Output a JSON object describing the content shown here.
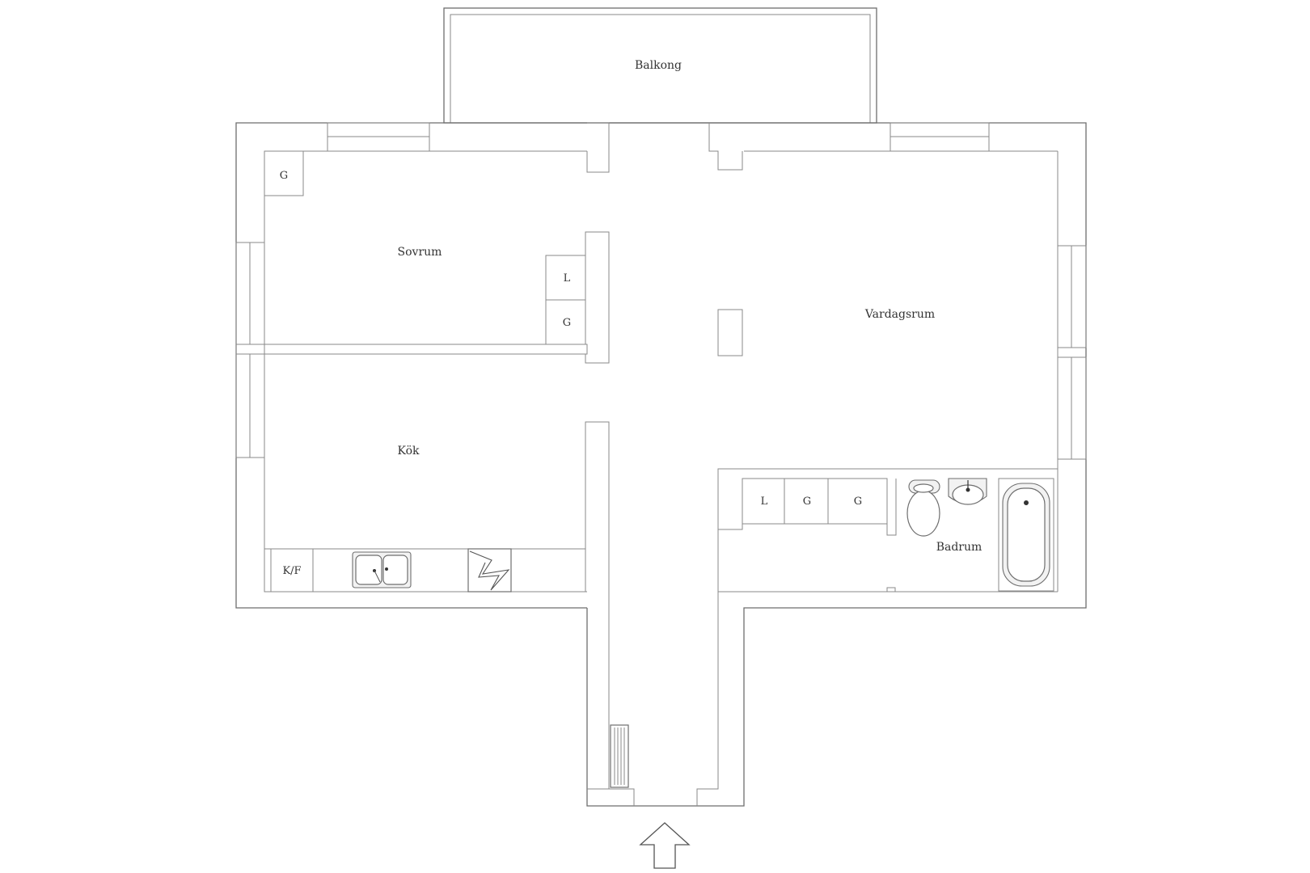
{
  "rooms": {
    "balcony": "Balkong",
    "bedroom": "Sovrum",
    "living_room": "Vardagsrum",
    "kitchen": "Kök",
    "bathroom": "Badrum"
  },
  "fixtures": {
    "bedroom_wardrobe_corner": "G",
    "bedroom_wardrobe_l": "L",
    "bedroom_wardrobe_g": "G",
    "hall_wardrobe_l": "L",
    "hall_wardrobe_g1": "G",
    "hall_wardrobe_g2": "G",
    "fridge_freezer": "K/F"
  },
  "icons": {
    "entrance": "entrance-arrow-icon",
    "sink": "double-sink-icon",
    "stove": "stove-icon",
    "toilet": "toilet-icon",
    "washbasin": "washbasin-icon",
    "bathtub": "bathtub-icon",
    "radiator": "radiator-icon"
  }
}
